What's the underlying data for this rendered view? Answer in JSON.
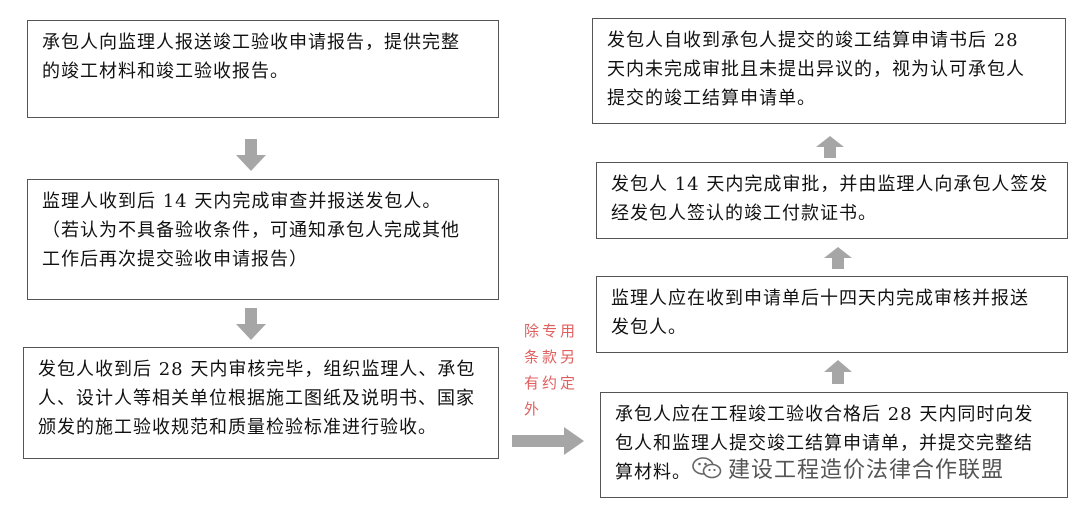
{
  "left_steps": [
    {
      "lines": [
        "承包人向监理人报送竣工验收申请报告，提供完整",
        "的竣工材料和竣工验收报告。"
      ]
    },
    {
      "lines": [
        "监理人收到后 14 天内完成审查并报送发包人。",
        "（若认为不具备验收条件，可通知承包人完成其他",
        "工作后再次提交验收申请报告）"
      ]
    },
    {
      "lines": [
        "发包人收到后 28 天内审核完毕，组织监理人、承包",
        "人、设计人等相关单位根据施工图纸及说明书、国家",
        "颁发的施工验收规范和质量检验标准进行验收。"
      ]
    }
  ],
  "right_steps": [
    {
      "lines": [
        "承包人应在工程竣工验收合格后 28 天内同时向发",
        "包人和监理人提交竣工结算申请单，并提交完整结",
        "算材料。"
      ]
    },
    {
      "lines": [
        "监理人应在收到申请单后十四天内完成审核并报送",
        "发包人。"
      ]
    },
    {
      "lines": [
        "发包人 14 天内完成审批，并由监理人向承包人签发",
        "经发包人签认的竣工付款证书。"
      ]
    },
    {
      "lines": [
        "发包人自收到承包人提交的竣工结算申请书后 28",
        "天内未完成审批且未提出异议的，视为认可承包人",
        "提交的竣工结算申请单。"
      ]
    }
  ],
  "connector_note": {
    "lines": [
      "除专用",
      "条款另",
      "有约定",
      "外"
    ]
  },
  "watermark": {
    "text": "建设工程造价法律合作联盟",
    "icon": "wechat-icon"
  },
  "colors": {
    "arrow": "#a6a6a6",
    "note": "#e06060",
    "border": "#555555"
  }
}
